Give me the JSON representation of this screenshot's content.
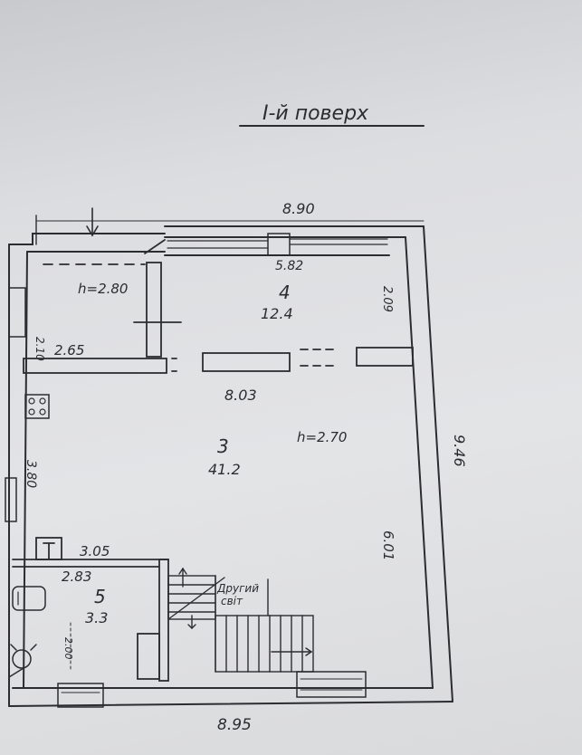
{
  "title": "I-й поверх",
  "dimensions": {
    "top_width": "8.90",
    "bottom_width": "8.95",
    "right_height": "9.46",
    "inner_width_4": "5.82",
    "inner_width_3": "8.03",
    "height_small_room": "2.10",
    "width_small_room": "2.65",
    "height_room4": "2.09",
    "left_height": "3.80",
    "right_inner": "6.01",
    "width_305": "3.05",
    "width_283": "2.83",
    "height_200": "2.00"
  },
  "rooms": {
    "small_height": "h=2.80",
    "r4_number": "4",
    "r4_area": "12.4",
    "r3_number": "3",
    "r3_area": "41.2",
    "r3_height": "h=2.70",
    "r5_number": "5",
    "r5_area": "3.3"
  },
  "stairs_label_1": "Другий",
  "stairs_label_2": "світ"
}
